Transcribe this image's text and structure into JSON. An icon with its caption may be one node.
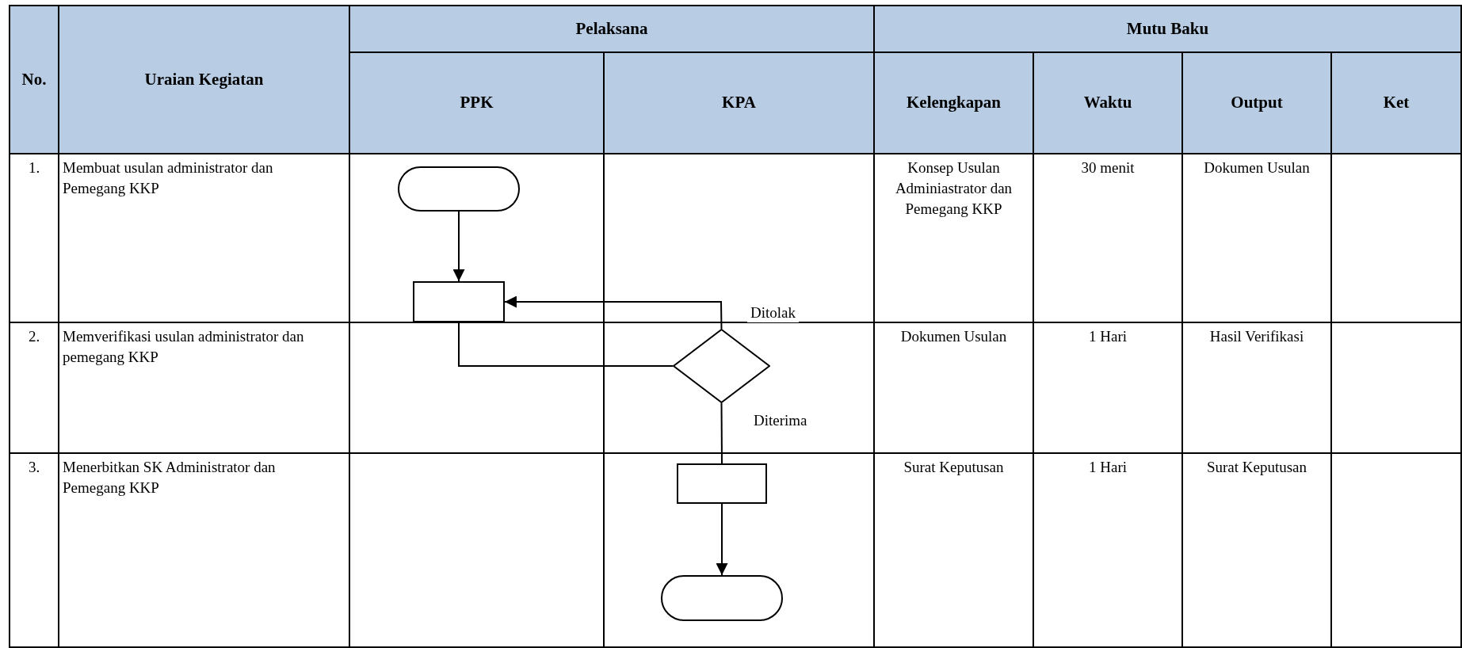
{
  "diagram": {
    "nodes": [
      {
        "text": [],
        "shape": "terminator"
      },
      {
        "text": [],
        "shape": "box"
      },
      {
        "text": [],
        "shape": "diamond"
      },
      {
        "text": [],
        "shape": "box"
      },
      {
        "text": [],
        "shape": "terminator"
      }
    ],
    "edges": [
      {
        "from": 0,
        "to": 1,
        "arrow": "to"
      },
      {
        "from": 2,
        "to": 1,
        "arrow": "to",
        "label": "Ditolak"
      },
      {
        "from": 1,
        "to": 2,
        "arrow": "none"
      },
      {
        "from": 2,
        "to": 3,
        "arrow": "none",
        "label": "Diterima"
      },
      {
        "from": 3,
        "to": 4,
        "arrow": "to"
      }
    ],
    "labels": [
      "No.",
      "Uraian Kegiatan",
      "Pelaksana",
      "Mutu Baku",
      "PPK",
      "KPA",
      "Kelengkapan",
      "Waktu",
      "Output",
      "Ket",
      "1.",
      "Membuat usulan administrator dan Pemegang KKP",
      "Konsep Usulan Adminiastrator dan Pemegang KKP",
      "30 menit",
      "Dokumen Usulan",
      "2.",
      "Memverifikasi usulan administrator dan pemegang KKP",
      "Dokumen Usulan",
      "1 Hari",
      "Hasil Verifikasi",
      "3.",
      "Menerbitkan SK Administrator dan Pemegang KKP",
      "Surat Keputusan",
      "1 Hari",
      "Surat Keputusan"
    ]
  }
}
